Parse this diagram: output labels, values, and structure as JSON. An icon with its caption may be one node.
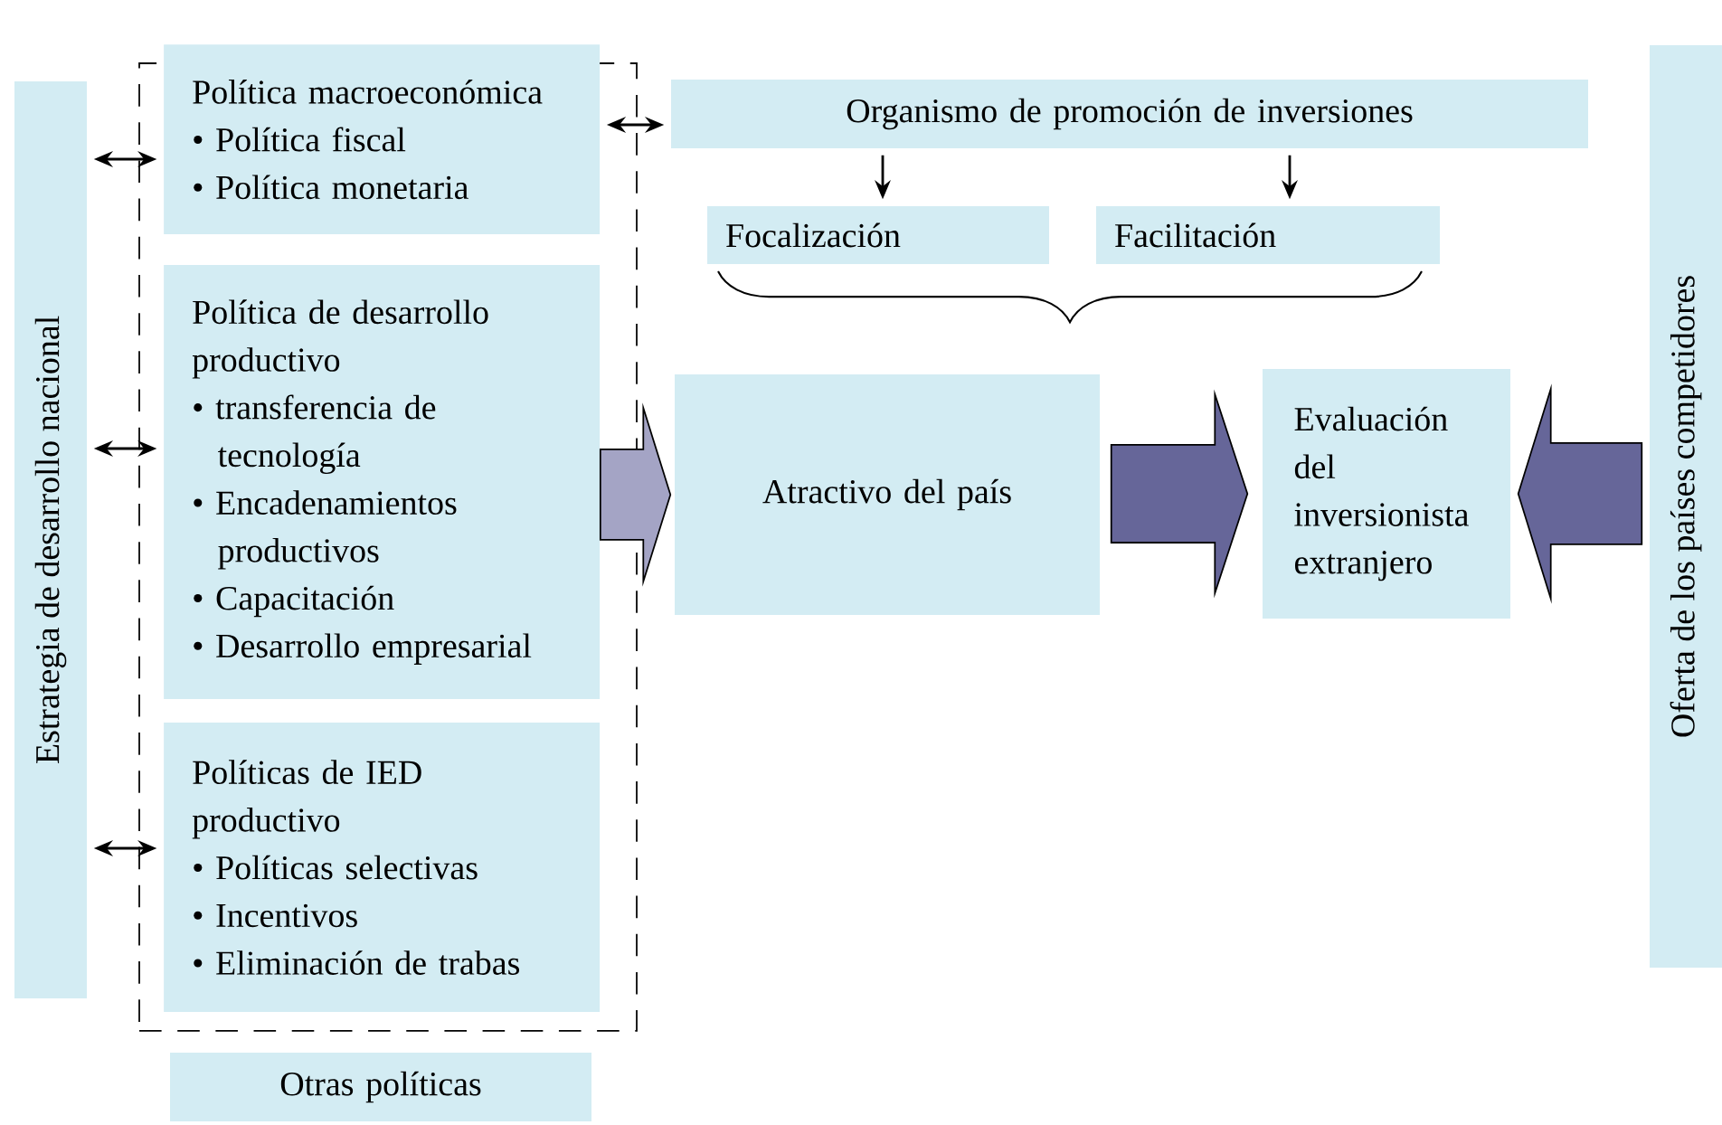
{
  "diagram": {
    "nodes": [
      {
        "text": [
          "Estrategia de desarrollo nacional"
        ]
      },
      {
        "text": [],
        "shape": "box"
      },
      {
        "text": [
          "Política macroeconómica",
          "• Política fiscal",
          "• Política monetaria"
        ],
        "in": 1
      },
      {
        "text": [
          "Política de desarrollo productivo",
          "• transferencia de tecnología",
          "• Encadenamientos productivos",
          "• Capacitación",
          "• Desarrollo empresarial"
        ],
        "in": 1
      },
      {
        "text": [
          "Políticas de IED productivo",
          "• Políticas selectivas",
          "• Incentivos",
          "• Eliminación de trabas"
        ],
        "in": 1
      },
      {
        "text": [
          "Otras políticas"
        ]
      },
      {
        "text": [
          "Organismo de promoción de inversiones"
        ]
      },
      {
        "text": [
          "Focalización"
        ]
      },
      {
        "text": [
          "Facilitación"
        ]
      },
      {
        "text": [
          "Atractivo del país"
        ]
      },
      {
        "text": [
          "Evaluación del inversionista extranjero"
        ]
      },
      {
        "text": [
          "Oferta de los países competidores"
        ]
      }
    ],
    "edges": [
      {
        "from": 0,
        "to": 2,
        "arrow": "both"
      },
      {
        "from": 0,
        "to": 3,
        "arrow": "both"
      },
      {
        "from": 0,
        "to": 4,
        "arrow": "both"
      },
      {
        "from": 2,
        "to": 6,
        "arrow": "both"
      },
      {
        "from": 6,
        "to": 7,
        "arrow": "to"
      },
      {
        "from": 6,
        "to": 8,
        "arrow": "to"
      },
      {
        "from": 3,
        "to": 9,
        "arrow": "to",
        "style": "thick",
        "color": "#5a5a96"
      },
      {
        "from": 9,
        "to": 10,
        "arrow": "to",
        "style": "thick",
        "color": "#666699"
      },
      {
        "from": 11,
        "to": 10,
        "arrow": "to",
        "style": "thick",
        "color": "#666699"
      }
    ]
  }
}
